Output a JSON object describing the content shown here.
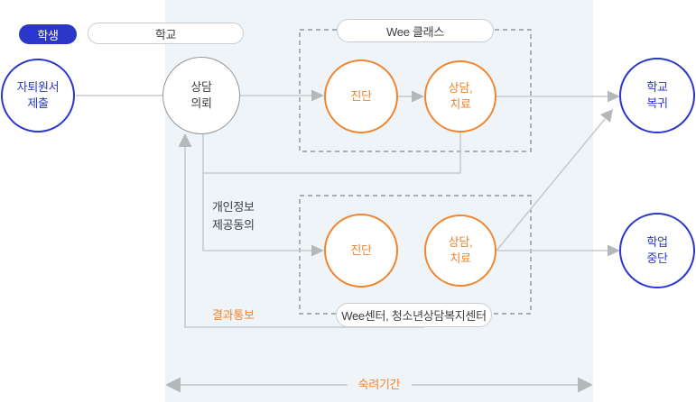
{
  "badges": {
    "student": "학생",
    "school": "학교"
  },
  "groups": {
    "wee_class_label": "Wee 클래스",
    "wee_center_label": "Wee센터, 청소년상담복지센터"
  },
  "nodes": {
    "withdrawal_submit": "자퇴원서\n제출",
    "counsel_request": "상담\n의뢰",
    "diagnosis_top": "진단",
    "treatment_top": "상담,\n치료",
    "diagnosis_bottom": "진단",
    "treatment_bottom": "상담,\n치료",
    "school_return": "학교\n복귀",
    "school_dropout": "학업\n중단"
  },
  "labels": {
    "consent": "개인정보\n제공동의",
    "result_notice": "결과통보",
    "deliberation_period": "숙려기간"
  },
  "colors": {
    "accent_blue": "#2A37C9",
    "accent_orange": "#F0852F",
    "panel_background": "#EFF4F9",
    "line_gray": "#C7CACD",
    "arrowhead_gray": "#B5B8BB",
    "dashed_border_gray": "#7E8388",
    "text_dark": "#3B3E42"
  }
}
